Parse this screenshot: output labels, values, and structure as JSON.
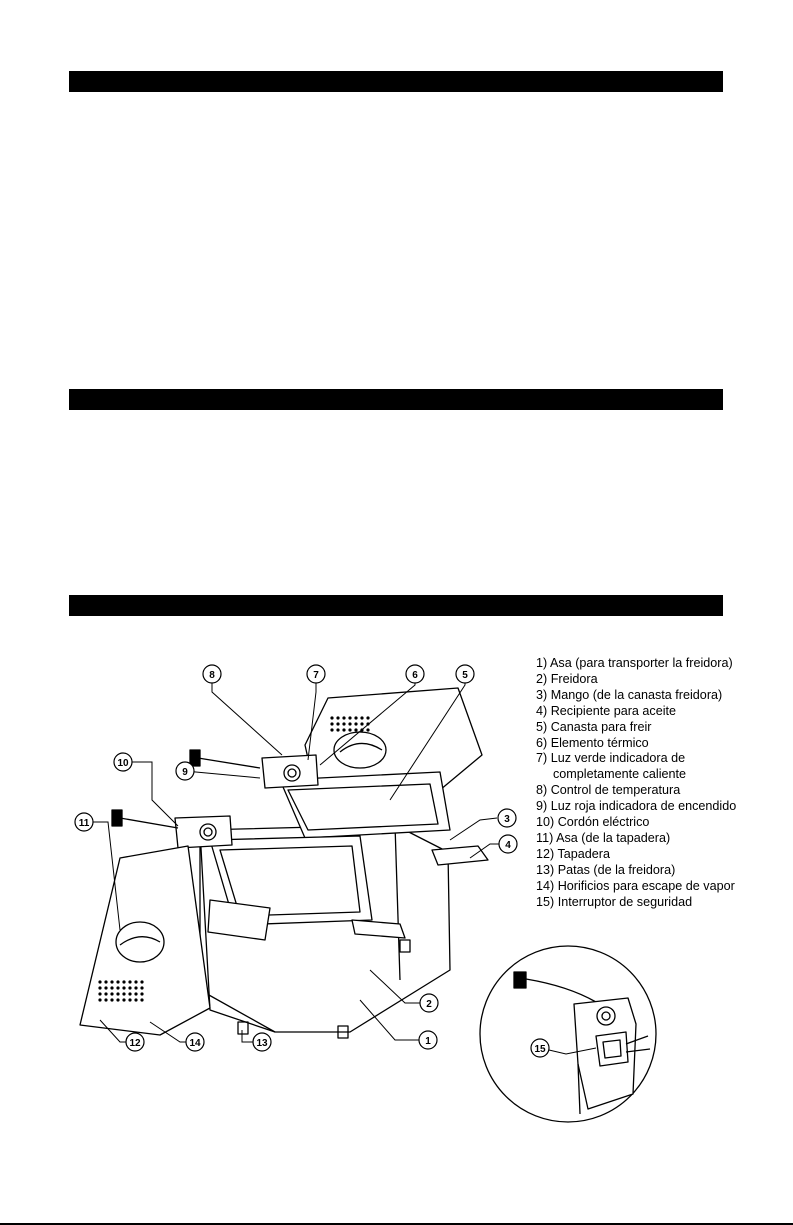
{
  "parts": [
    "1) Asa (para transporter la freidora)",
    "2) Freidora",
    "3) Mango (de la canasta freidora)",
    "4) Recipiente para aceite",
    "5) Canasta para freir",
    "6) Elemento térmico",
    "7) Luz verde indicadora de",
    "completamente caliente",
    "8) Control de temperatura",
    "9) Luz roja indicadora de encendido",
    "10) Cordón eléctrico",
    "11) Asa (de la tapadera)",
    "12) Tapadera",
    "13) Patas (de la freidora)",
    "14) Horificios para escape de vapor",
    "15) Interruptor de seguridad"
  ],
  "callouts": [
    "1",
    "2",
    "3",
    "4",
    "5",
    "6",
    "7",
    "8",
    "9",
    "10",
    "11",
    "12",
    "13",
    "14"
  ],
  "inset_callout": "15"
}
